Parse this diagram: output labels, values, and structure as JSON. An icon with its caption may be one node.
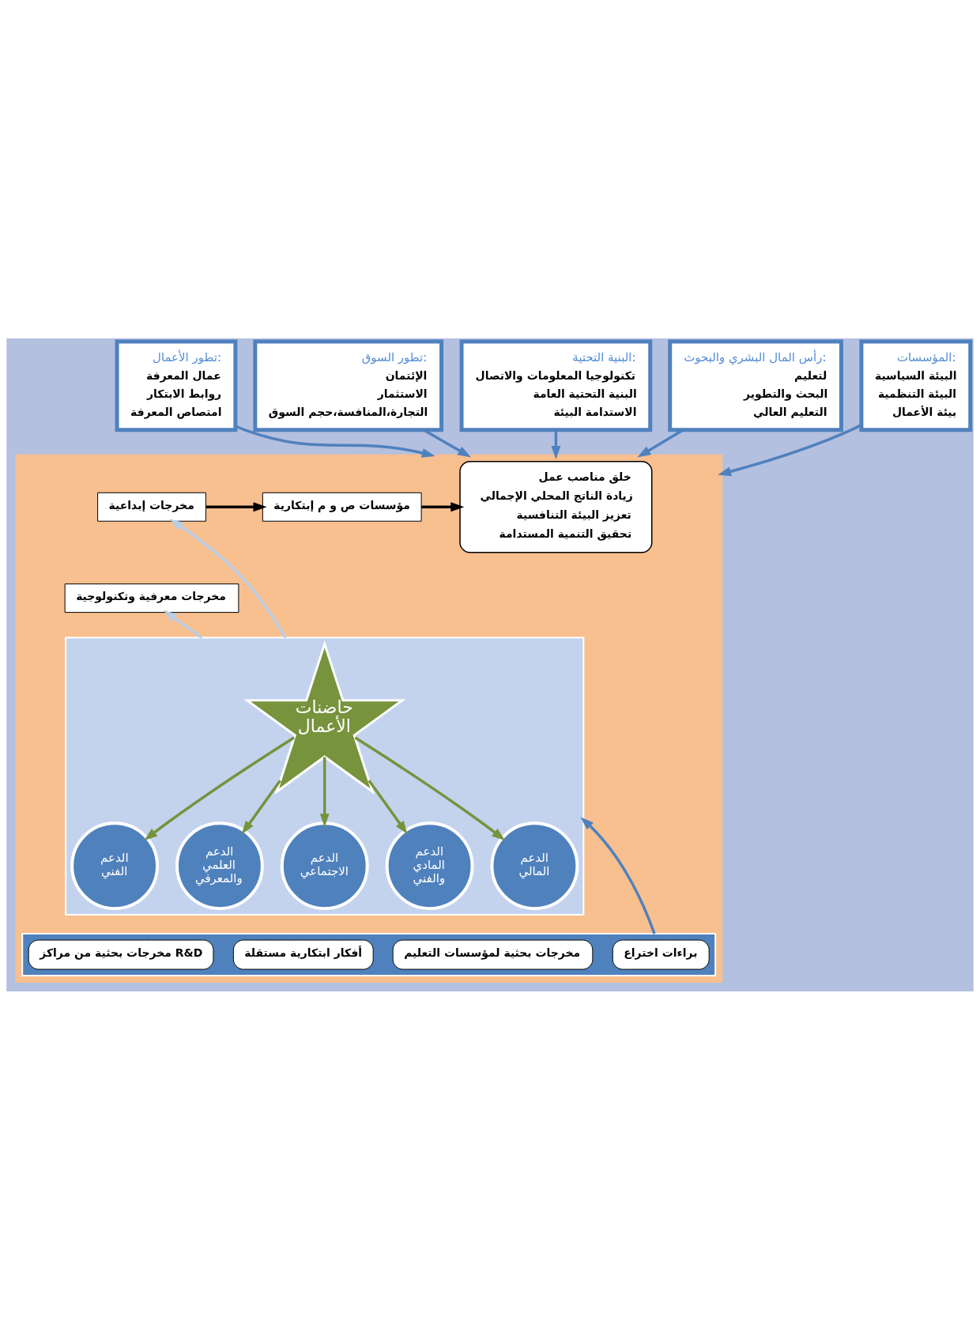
{
  "diagram": {
    "nodes": [
      {
        "text": [],
        "shape": "box"
      },
      {
        "text": [
          "تطور الأعمال:",
          "عمال المعرفة",
          "روابط الابتكار",
          "امتصاص المعرفة"
        ]
      },
      {
        "text": [
          "تطور السوق:",
          "الإئتمان",
          "الاستثمار",
          "التجارة،المنافسة،حجم السوق"
        ]
      },
      {
        "text": [
          "البنية التحتية:",
          "تكنولوجيا المعلومات والاتصال",
          "البنية التحتية العامة",
          "الاستدامة البيئة"
        ]
      },
      {
        "text": [
          "رأس المال البشري والبحوث:",
          "لتعليم",
          "البحث والتطوير",
          "التعليم العالي"
        ]
      },
      {
        "text": [
          "المؤسسات:",
          "البيئة السياسية",
          "البيئة التنظمية",
          "بيئة الأعمال"
        ]
      },
      {
        "text": [
          "خلق مناصب عمل",
          "زيادة الناتج المحلي الإجمالي",
          "تعزيز البيئة التنافسية",
          "تحقيق التنمية المستدامة"
        ],
        "in": 0
      },
      {
        "text": [
          "مؤسسات ص و م إبتكارية"
        ],
        "in": 0
      },
      {
        "text": [
          "مخرجات إبداعية"
        ],
        "in": 0
      },
      {
        "text": [
          "مخرجات معرفية وتكنولوجية"
        ],
        "in": 0
      },
      {
        "text": [],
        "shape": "box",
        "in": 0
      },
      {
        "text": [
          "حاضنات الأعمال"
        ],
        "in": 10
      },
      {
        "text": [
          "الدعم الفني"
        ],
        "in": 10
      },
      {
        "text": [
          "الدعم العلمي والمعرفي"
        ],
        "in": 10
      },
      {
        "text": [
          "الدعم الاجتماعي"
        ],
        "in": 10
      },
      {
        "text": [
          "الدعم المادي والفني"
        ],
        "in": 10
      },
      {
        "text": [
          "الدعم المالي"
        ],
        "in": 10
      },
      {
        "text": [],
        "shape": "box",
        "in": 0
      },
      {
        "text": [
          "براءات اختراع"
        ],
        "in": 17
      },
      {
        "text": [
          "مخرجات بحثية لمؤسسات التعليم"
        ],
        "in": 17
      },
      {
        "text": [
          "أفكار ابتكارية مستقلة"
        ],
        "in": 17
      },
      {
        "text": [
          "مخرجات بحثية من مراكز R&D"
        ],
        "in": 17
      }
    ],
    "edges": [
      {
        "from": 1,
        "to": 0,
        "arrow": "to"
      },
      {
        "from": 2,
        "to": 0,
        "arrow": "to"
      },
      {
        "from": 3,
        "to": 0,
        "arrow": "to"
      },
      {
        "from": 4,
        "to": 0,
        "arrow": "to"
      },
      {
        "from": 5,
        "to": 0,
        "arrow": "to"
      },
      {
        "from": 8,
        "to": 7,
        "arrow": "to",
        "color": "#000000"
      },
      {
        "from": 7,
        "to": 6,
        "arrow": "to",
        "color": "#000000"
      },
      {
        "from": 10,
        "to": 9,
        "arrow": "to",
        "color": "#b9cde5"
      },
      {
        "from": 10,
        "to": 8,
        "arrow": "to",
        "color": "#b9cde5"
      },
      {
        "from": 11,
        "to": 12,
        "arrow": "to",
        "color": "#77933c"
      },
      {
        "from": 11,
        "to": 13,
        "arrow": "to",
        "color": "#77933c"
      },
      {
        "from": 11,
        "to": 14,
        "arrow": "to",
        "color": "#77933c"
      },
      {
        "from": 11,
        "to": 15,
        "arrow": "to",
        "color": "#77933c"
      },
      {
        "from": 11,
        "to": 16,
        "arrow": "to",
        "color": "#77933c"
      },
      {
        "from": 17,
        "to": 10,
        "arrow": "to"
      }
    ]
  }
}
